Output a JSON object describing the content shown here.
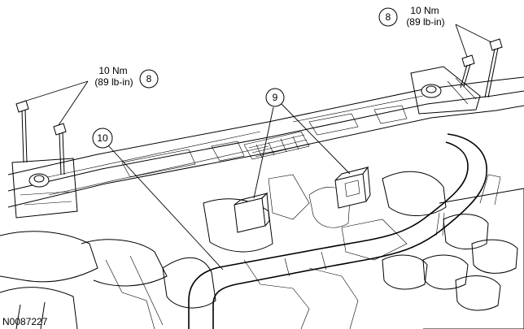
{
  "callouts": {
    "torque_right": {
      "number": "8",
      "value": "10 Nm",
      "imperial": "(89 lb-in)"
    },
    "torque_left": {
      "number": "8",
      "value": "10 Nm",
      "imperial": "(89 lb-in)"
    },
    "item_9": {
      "number": "9"
    },
    "item_10": {
      "number": "10"
    }
  },
  "figure_ref": "N0087227"
}
